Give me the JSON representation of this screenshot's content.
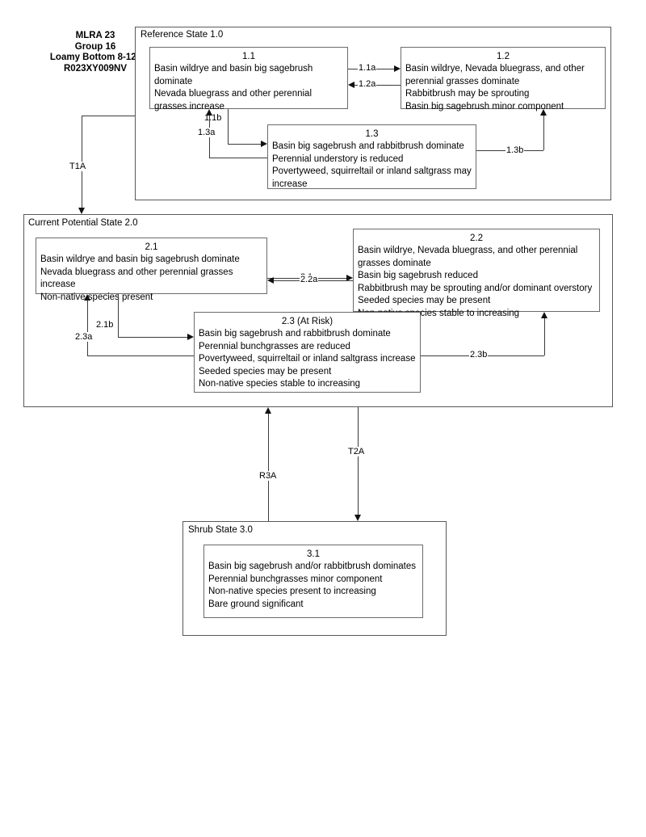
{
  "header": {
    "line1": "MLRA 23",
    "line2": "Group 16",
    "line3": "Loamy Bottom 8-12\"",
    "line4": "R023XY009NV"
  },
  "states": {
    "reference": {
      "label": "Reference State 1.0",
      "phases": [
        {
          "id": "1.1",
          "number": "1.1",
          "lines": [
            "Basin wildrye and basin big sagebrush dominate",
            "Nevada bluegrass and other perennial grasses increase"
          ]
        },
        {
          "id": "1.2",
          "number": "1.2",
          "lines": [
            "Basin wildrye, Nevada bluegrass, and other perennial grasses dominate",
            "Rabbitbrush may be sprouting",
            "Basin big sagebrush minor component"
          ]
        },
        {
          "id": "1.3",
          "number": "1.3",
          "lines": [
            "Basin big sagebrush and rabbitbrush dominate",
            "Perennial understory is reduced",
            "Povertyweed, squirreltail or inland saltgrass may increase"
          ]
        }
      ]
    },
    "current_potential": {
      "label": "Current Potential State 2.0",
      "phases": [
        {
          "id": "2.1",
          "number": "2.1",
          "lines": [
            "Basin wildrye and basin big sagebrush dominate",
            "Nevada bluegrass and other perennial grasses increase",
            "Non-native species present"
          ]
        },
        {
          "id": "2.2",
          "number": "2.2",
          "lines": [
            "Basin wildrye, Nevada bluegrass, and other perennial grasses dominate",
            "Basin big sagebrush reduced",
            "Rabbitbrush may be sprouting and/or dominant overstory",
            "Seeded species may be present",
            "Non-native species stable to increasing"
          ]
        },
        {
          "id": "2.3",
          "number": "2.3 (At Risk)",
          "lines": [
            "Basin big sagebrush and rabbitbrush dominate",
            "Perennial bunchgrasses are reduced",
            "Povertyweed, squirreltail or inland saltgrass increase",
            "Seeded species may be present",
            "Non-native species stable to increasing"
          ]
        }
      ]
    },
    "shrub": {
      "label": "Shrub State 3.0",
      "phases": [
        {
          "id": "3.1",
          "number": "3.1",
          "lines": [
            "Basin big sagebrush and/or rabbitbrush dominates",
            "Perennial bunchgrasses minor component",
            "Non-native species present to increasing",
            "Bare ground significant"
          ]
        }
      ]
    }
  },
  "transitions": {
    "t1a": "T1A",
    "t2a": "T2A",
    "r3a": "R3A"
  },
  "pathways": {
    "p11a": "1.1a",
    "p12a": "1.2a",
    "p11b": "1.1b",
    "p13a": "1.3a",
    "p13b": "1.3b",
    "p21a": "2.1a",
    "p22a": "2.2a",
    "p21b": "2.1b",
    "p23a": "2.3a",
    "p23b": "2.3b"
  },
  "colors": {
    "line": "#3a3a3a",
    "box_border": "#6b6b6b",
    "state_border": "#595959",
    "text": "#000000",
    "background": "#ffffff"
  }
}
